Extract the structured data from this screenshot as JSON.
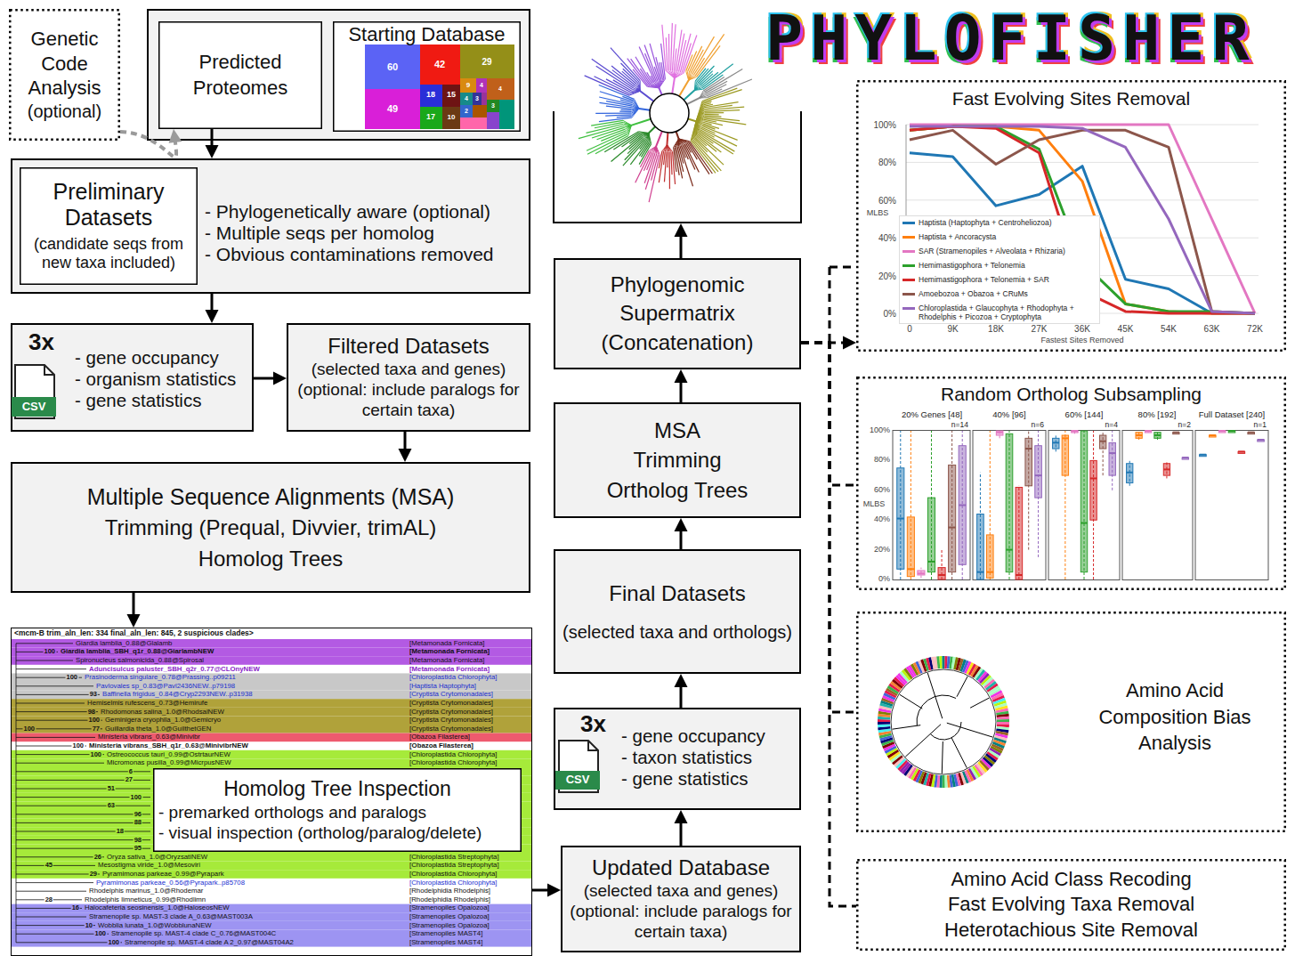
{
  "diagram": {
    "title": "PHYLOFISHER",
    "nodes": [
      {
        "text": [
          "Genetic Code Analysis",
          "(optional)"
        ]
      },
      {
        "text": [
          "Predicted Proteomes"
        ]
      },
      {
        "text": [
          "Starting Database"
        ]
      },
      {
        "text": [
          "- Phylogenetically aware (optional)",
          "- Multiple seqs per homolog",
          "- Obvious contaminations removed"
        ]
      },
      {
        "text": [
          "Preliminary Datasets",
          "(candidate seqs from new taxa included)"
        ],
        "in": 3
      },
      {
        "text": [
          "3x",
          "- gene occupancy",
          "- organism statistics",
          "- gene statistics"
        ]
      },
      {
        "text": [
          "Filtered Datasets",
          "(selected taxa and genes)",
          "(optional: include paralogs for certain taxa)"
        ]
      },
      {
        "text": [
          "Multiple Sequence Alignments (MSA)",
          "Trimming (Prequal, Divvier, trimAL)",
          "Homolog Trees"
        ]
      },
      {
        "text": [
          "<mcm-B trim_aln_len: 334 final_aln_len: 845, 2 suspicious clades>"
        ]
      },
      {
        "text": [
          "Homolog Tree Inspection",
          "- premarked orthologs and paralogs",
          "- visual inspection (ortholog/paralog/delete)"
        ],
        "in": 8
      },
      {
        "text": [
          "Updated Database",
          "(selected taxa and genes)",
          "(optional: include paralogs for certain taxa)"
        ]
      },
      {
        "text": [
          "3x",
          "- gene occupancy",
          "- taxon statistics",
          "- gene statistics"
        ]
      },
      {
        "text": [
          "Final Datasets",
          "(selected taxa and orthologs)"
        ]
      },
      {
        "text": [
          "MSA",
          "Trimming",
          "Ortholog Trees"
        ]
      },
      {
        "text": [
          "Phylogenomic Supermatrix (Concatenation)"
        ]
      },
      {
        "text": [
          "Fast Evolving Sites Removal"
        ]
      },
      {
        "text": [
          "Random Ortholog Subsampling"
        ]
      },
      {
        "text": [
          "Amino Acid Composition Bias Analysis"
        ]
      },
      {
        "text": [
          "Amino Acid Class Recoding",
          "Fast Evolving Taxa Removal",
          "Heterotachious Site Removal"
        ]
      }
    ],
    "edges": [
      {
        "from": 0,
        "to": 1,
        "arrow": "to"
      },
      {
        "from": 1,
        "to": 3,
        "arrow": "to"
      },
      {
        "from": 3,
        "to": 5,
        "arrow": "to"
      },
      {
        "from": 5,
        "to": 6,
        "arrow": "to"
      },
      {
        "from": 6,
        "to": 7,
        "arrow": "to"
      },
      {
        "from": 7,
        "to": 8,
        "arrow": "to"
      },
      {
        "from": 8,
        "to": 10,
        "arrow": "to"
      },
      {
        "from": 10,
        "to": 11,
        "arrow": "to"
      },
      {
        "from": 11,
        "to": 12,
        "arrow": "to"
      },
      {
        "from": 12,
        "to": 13,
        "arrow": "to"
      },
      {
        "from": 13,
        "to": 14,
        "arrow": "to"
      },
      {
        "from": 14,
        "to": 15,
        "arrow": "to"
      },
      {
        "from": 14,
        "to": 16,
        "arrow": "none"
      },
      {
        "from": 14,
        "to": 17,
        "arrow": "none"
      },
      {
        "from": 14,
        "to": 18,
        "arrow": "none"
      }
    ],
    "labels": [
      "60",
      "49",
      "42",
      "29",
      "18",
      "15",
      "9",
      "4",
      "17",
      "10",
      "4",
      "3",
      "3",
      "2",
      "4",
      "CSV",
      "CSV",
      "100%",
      "80%",
      "60%",
      "40%",
      "20%",
      "0%",
      "MLBS",
      "0",
      "9K",
      "18K",
      "27K",
      "36K",
      "45K",
      "54K",
      "63K",
      "72K",
      "Fastest Sites Removed",
      "20% Genes [48]",
      "40% [96]",
      "60% [144]",
      "80% [192]",
      "Full Dataset [240]",
      "n=14",
      "n=6",
      "n=4",
      "n=2",
      "n=1",
      "100%",
      "80%",
      "60%",
      "40%",
      "20%",
      "0%",
      "MLBS",
      "Giardia lamblia_0.88@Glalamb",
      "[Metamonada Fornicata]",
      "Giardia lamblia_SBH_q1r_0.88@GiarlambNEW",
      "[Metamonada Fornicata]",
      "Spironucleus salmonicida_0.88@Spirosal",
      "[Metamonada Fornicata]",
      "Aduncisulcus paluster_SBH_q2r_0.77@CLOnyNEW",
      "[Metamonada Fornicata]",
      "Prasinoderma singulare_0.78@Prassing..p09211",
      "[Chloroplastida Chlorophyta]",
      "Pavlovales sp_0.83@Pavl2436NEW..p79198",
      "[Haptista Haptophyta]",
      "Baffinella frigidus_0.84@Cryp2293NEW..p31938",
      "[Cryptista Crytomonadales]",
      "Hemiselmis rufescens_0.73@Hemirufe",
      "[Cryptista Crytomonadales]",
      "Rhodomonas salina_1.0@RhodsalNEW",
      "[Cryptista Crytomonadales]",
      "Geminigera cryophila_1.0@Gemicryo",
      "[Cryptista Crytomonadales]",
      "Guillardia theta_1.0@GuilthetGEN",
      "[Cryptista Crytomonadales]",
      "Ministeria vibrans_0.63@Minivibr",
      "[Obazoa Filasterea]",
      "Ministeria vibrans_SBH_q1r_0.63@MinivibrNEW",
      "[Obazoa Filasterea]",
      "Ostreococcus tauri_0.99@OstrtaurNEW",
      "[Chloroplastida Chlorophyta]",
      "Micromonas pusilla_0.99@MicrpusNEW",
      "[Chloroplastida Chlorophyta]",
      "Oryza sativa_1.0@OryzsatiNEW",
      "[Chloroplastida Streptophyta]",
      "Mesostigma viride_1.0@Mesoviri",
      "[Chloroplastida Streptophyta]",
      "Pyramimonas parkeae_0.99@Pyrapark",
      "[Chloroplastida Chlorophyta]",
      "Pyramimonas parkeae_0.56@Pyrapark..p85708",
      "[Chloroplastida Chlorophyta]",
      "Rhodelphis marinus_1.0@Rhodemar",
      "[Rhodelphidia Rhodelphis]",
      "Rhodelphis limneticus_0.99@Rhodlimn",
      "[Rhodelphidia Rhodelphis]",
      "Halocafeteria seosinensis_1.0@HaloseosNEW",
      "[Stramenopiles Opalozoa]",
      "Stramenopile sp. MAST-3 clade A_0.63@MAST003A",
      "[Stramenopiles Opalozoa]",
      "Wobblia lunata_1.0@WobblunaNEW",
      "[Stramenopiles Opalozoa]",
      "Stramenopile sp. MAST-4 clade C_0.76@MAST004C",
      "[Stramenopiles MAST4]",
      "Stramenopile sp. MAST-4 clade A 2_0.97@MAST04A2",
      "[Stramenopiles MAST4]",
      "100",
      "100",
      "93",
      "98",
      "100",
      "100",
      "77",
      "100",
      "100",
      "6",
      "27",
      "51",
      "100",
      "63",
      "96",
      "88",
      "18",
      "98",
      "95",
      "26",
      "45",
      "29",
      "28",
      "16",
      "10",
      "100",
      "100"
    ],
    "legend": [
      {
        "text": "Haptista (Haptophyta + Centroheliozoa)",
        "color": "#1f77b4"
      },
      {
        "text": "Haptista + Ancoracysta",
        "color": "#ff7f0e"
      },
      {
        "text": "SAR (Stramenopiles + Alveolata + Rhizaria)",
        "color": "#e377c2"
      },
      {
        "text": "Hemimastigophora + Telonemia",
        "color": "#2ca02c"
      },
      {
        "text": "Hemimastigophora + Telonemia + SAR",
        "color": "#d62728"
      },
      {
        "text": "Amoebozoa + Obazoa + CRuMs",
        "color": "#8c564b"
      },
      {
        "text": "Chloroplastida + Glaucophyta + Rhodophyta + Rhodelphis + Picozoa + Cryptophyta",
        "color": "#9467bd"
      }
    ]
  }
}
